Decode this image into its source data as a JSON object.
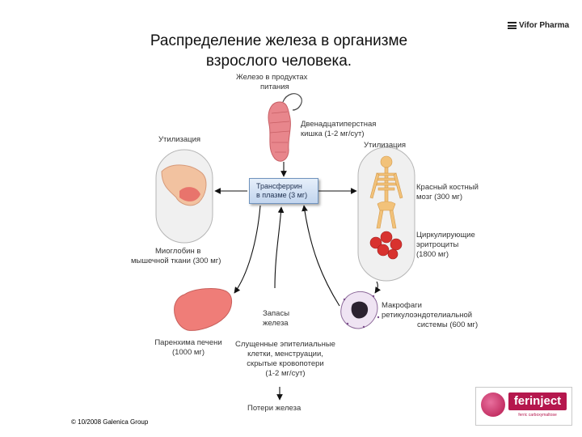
{
  "title": {
    "line1": "Распределение железа в организме",
    "line2": "взрослого человека."
  },
  "logo_top": "Vifor Pharma",
  "labels": {
    "food_iron_1": "Железо в продуктах",
    "food_iron_2": "питания",
    "duodenum_1": "Двенадцатиперстная",
    "duodenum_2": "кишка (1-2 мг/сут)",
    "utilization_left": "Утилизация",
    "utilization_right": "Утилизация",
    "transferrin_1": "Трансферрин",
    "transferrin_2": "в плазме (3 мг)",
    "marrow_1": "Красный костный",
    "marrow_2": "мозг (300 мг)",
    "rbc_1": "Циркулирующие",
    "rbc_2": "эритроциты",
    "rbc_3": "(1800 мг)",
    "myoglobin_1": "Миоглобин в",
    "myoglobin_2": "мышечной ткани (300 мг)",
    "stores_1": "Запасы",
    "stores_2": "железа",
    "macrophage_1": "Макрофаги",
    "macrophage_2": "ретикулоэндотелиальной",
    "macrophage_3": "системы (600 мг)",
    "liver_1": "Паренхима печени",
    "liver_2": "(1000 мг)",
    "loss_1": "Слущенные эпителиальные",
    "loss_2": "клетки, менструации,",
    "loss_3": "скрытые кровопотери",
    "loss_4": "(1-2 мг/сут)",
    "iron_loss": "Потери железа"
  },
  "copyright": "© 10/2008 Galenica Group",
  "brand": {
    "name": "ferinject",
    "tagline": "ferric carboxymaltose"
  },
  "colors": {
    "box_border": "#6f93bd",
    "intestine": "#e8868c",
    "liver": "#ef7d78",
    "rbc": "#d8322f",
    "brand": "#b5174d"
  }
}
